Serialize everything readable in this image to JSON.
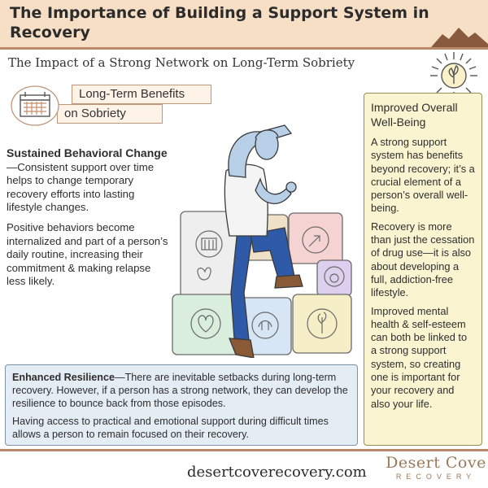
{
  "header": {
    "title": "The Importance of Building a Support System in Recovery"
  },
  "subtitle": "The Impact of a Strong Network on Long-Term Sobriety",
  "badge": {
    "line1": "Long-Term Benefits",
    "line2": "on Sobriety",
    "icon": "calendar-icon"
  },
  "left": {
    "heading": "Sustained Behavioral Change",
    "intro": "—Consistent support over time helps to change temporary recovery efforts into lasting lifestyle changes.",
    "para2": "Positive behaviors become internalized and part of a person’s daily routine, increasing their commitment & making relapse less likely."
  },
  "right": {
    "title": "Improved Overall Well-Being",
    "para1": "A strong support system has benefits beyond recovery; it’s a crucial element of a person’s overall well-being.",
    "para2": "Recovery is more than just the cessation of drug use—it is also about developing a full, addiction-free lifestyle.",
    "para3": "Improved mental health & self-esteem can both be linked to a strong support system, so creating one is important for your recovery and also your life."
  },
  "bottom": {
    "heading": "Enhanced Resilience",
    "intro": "—There are inevitable setbacks during long-term recovery. However, if a person has a strong network, they can develop the resilience to bounce back from those episodes.",
    "para2": "Having access to practical and emotional support during difficult times allows a person to remain focused on their recovery."
  },
  "footer": {
    "url": "desertcoverecovery.com",
    "logo_main": "Desert Cove",
    "logo_sub": "RECOVERY"
  },
  "colors": {
    "header_bg": "#f6dfc4",
    "rule": "#b98a6a",
    "right_card_bg": "#fbf4d1",
    "bottom_card_bg": "#e4ecf4",
    "logo": "#9a7a5a"
  }
}
